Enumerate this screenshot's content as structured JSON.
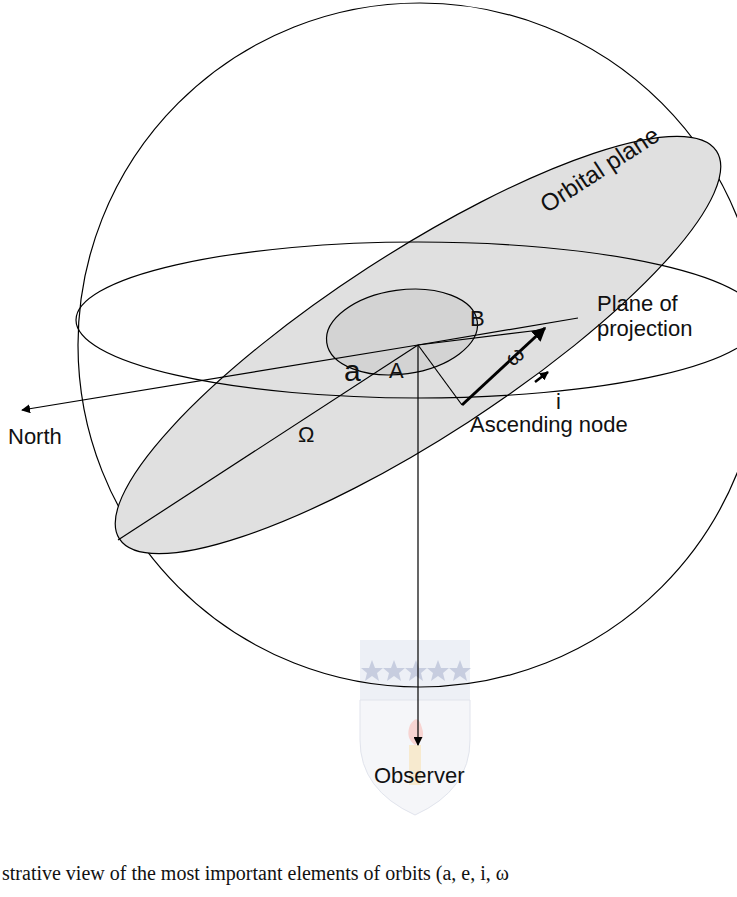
{
  "diagram": {
    "caption": "strative view of the most important elements of orbits (a, e, i, ω",
    "labels": [
      "Orbital plane",
      "B",
      "Plane of projection",
      "a",
      "A",
      "ω",
      "i",
      "Ascending node",
      "North",
      "Ω",
      "Observer"
    ]
  }
}
